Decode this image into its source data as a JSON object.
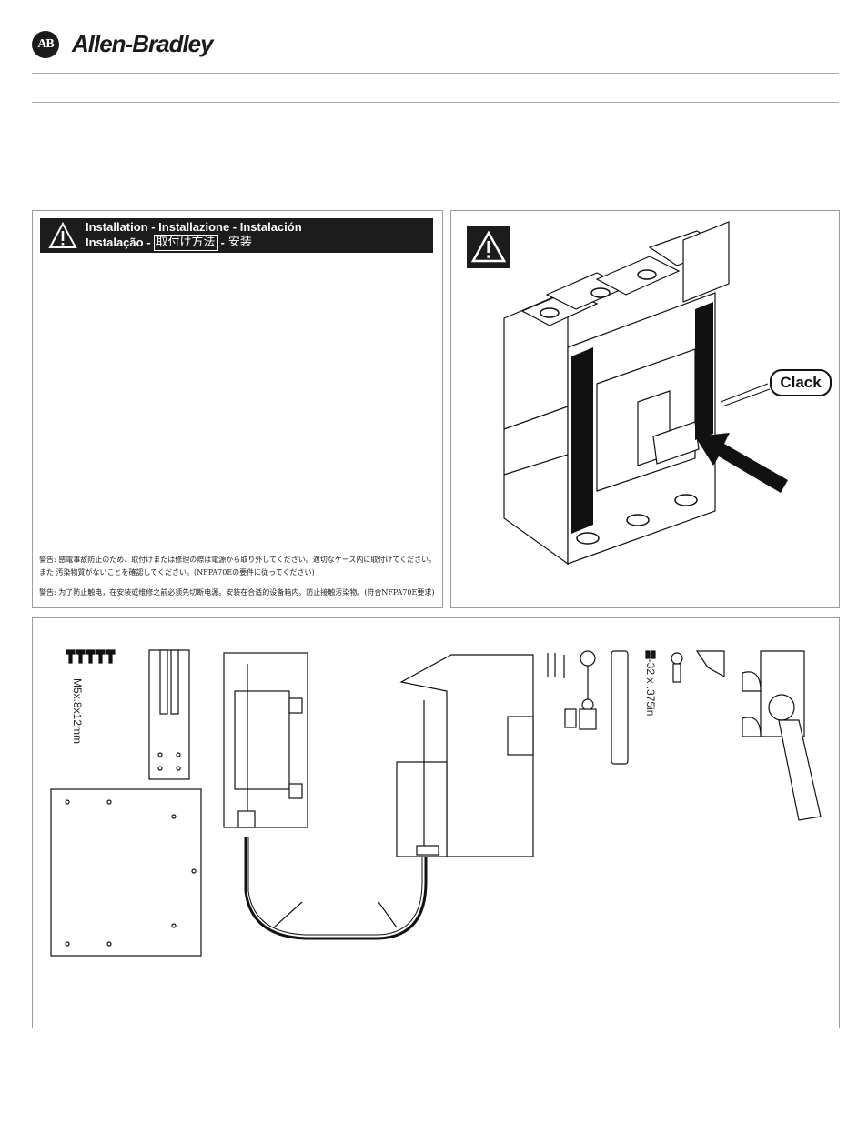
{
  "header": {
    "logo_badge": "AB",
    "brand_name": "Allen-Bradley"
  },
  "install_panel": {
    "title_line1": "Installation - Installazione - Instalación",
    "title_line2_prefix": "Instalação -",
    "title_line2_jp": "取付け方法",
    "title_line2_sep": "-",
    "title_line2_zh": "安装",
    "note_jp_1": "警告: 感電事故防止のため、取付けまたは修理の際は電源から取り外してください。適切なケース内に取付けてください。",
    "note_jp_2": "また 汚染物質がないことを確認してください。(NFPA70Eの要件に従ってください)",
    "note_zh": "警告: 为了防止触电，在安装或维修之前必须先切断电源。安装在合适的设备箱内。防止接触污染物。(符合NFPA70E要求)"
  },
  "illustration_panel": {
    "callout": "Clack",
    "warning_icon": "warning-triangle-icon"
  },
  "parts_panel": {
    "screw_label": "M5x.8x12mm",
    "small_screw_label": "6-32 x .375in"
  },
  "colors": {
    "rule": "#a8a8a8",
    "banner": "#1c1c1c",
    "panel_border": "#9d9d9d"
  }
}
